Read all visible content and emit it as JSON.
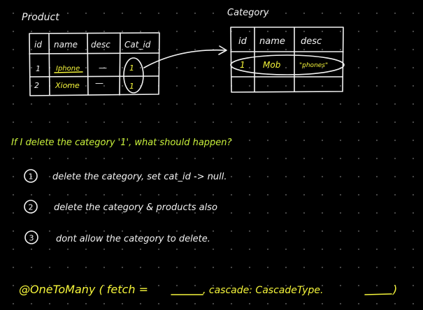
{
  "product": {
    "title": "Product",
    "headers": [
      "id",
      "name",
      "desc",
      "Cat_id"
    ],
    "rows": [
      [
        "1",
        "Iphone",
        "—",
        "1"
      ],
      [
        "2",
        "Xiome",
        "—",
        "1"
      ]
    ]
  },
  "category": {
    "title": "Category",
    "headers": [
      "id",
      "name",
      "desc"
    ],
    "rows": [
      [
        "1",
        "Mob",
        "\"phones\""
      ]
    ]
  },
  "question": "If I delete the category '1', what should happen?",
  "options": [
    {
      "number": "1",
      "text": "delete the category, set cat_id -> null."
    },
    {
      "number": "2",
      "text": "delete the category & products also"
    },
    {
      "number": "3",
      "text": "dont allow the category to delete."
    }
  ],
  "annotation": {
    "prefix": "@OneToMany ( fetch =",
    "middle": ", cascade: CascadeType.",
    "suffix": ")"
  },
  "colors": {
    "background": "#000000",
    "ink": "#f2f2f2",
    "highlight": "#f5f53a",
    "question": "#c8f03a"
  }
}
